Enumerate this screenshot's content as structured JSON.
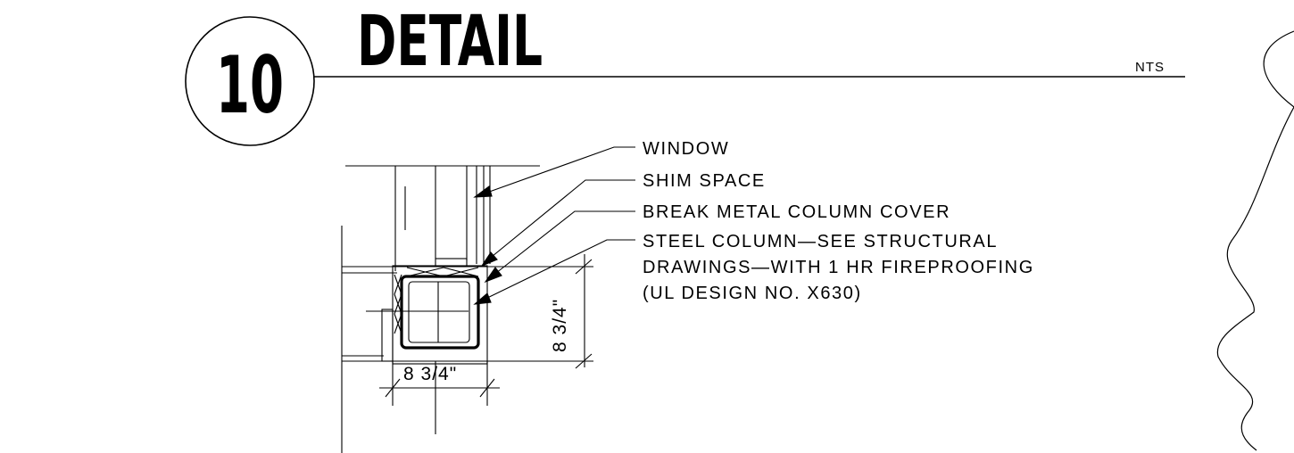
{
  "detail_number": "10",
  "title": "DETAIL",
  "scale_note": "NTS",
  "callouts": [
    "WINDOW",
    "SHIM SPACE",
    "BREAK METAL COLUMN COVER",
    "STEEL COLUMN—SEE STRUCTURAL",
    "DRAWINGS—WITH 1 HR FIREPROOFING",
    "(UL DESIGN NO. X630)"
  ],
  "dimensions": {
    "horizontal": "8 3/4\"",
    "vertical": "8 3/4\""
  }
}
